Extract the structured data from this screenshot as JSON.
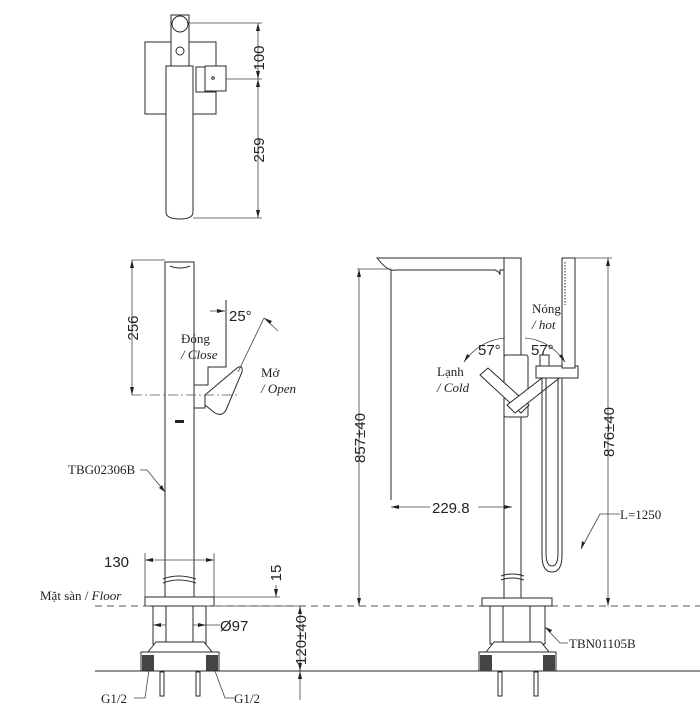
{
  "drawing": {
    "top_view": {
      "dim_handle_offset": "100",
      "dim_spout_depth": "259"
    },
    "side_view": {
      "dim_handle_height": "256",
      "angle": "25°",
      "close_label_vi": "Đóng",
      "close_label_en": "/ Close",
      "open_label_vi": "Mở",
      "open_label_en": "/ Open",
      "part_body": "TBG02306B",
      "dim_base_width": "130",
      "dim_base_thickness": "15",
      "floor_label_vi": "Mặt sàn / ",
      "floor_label_en": "Floor",
      "dim_riser_diameter": "Ø97",
      "dim_riser_depth": "120±40",
      "inlet_left": "G1/2",
      "inlet_right": "G1/2"
    },
    "front_view": {
      "dim_spout_height": "857±40",
      "dim_total_height": "876±40",
      "dim_spout_reach": "229.8",
      "angle_cold": "57°",
      "angle_hot": "57°",
      "cold_label_vi": "Lạnh",
      "cold_label_en": "/ Cold",
      "hot_label_vi": "Nóng",
      "hot_label_en": "/ hot",
      "hose_length": "L=1250",
      "part_riser": "TBN01105B"
    }
  }
}
